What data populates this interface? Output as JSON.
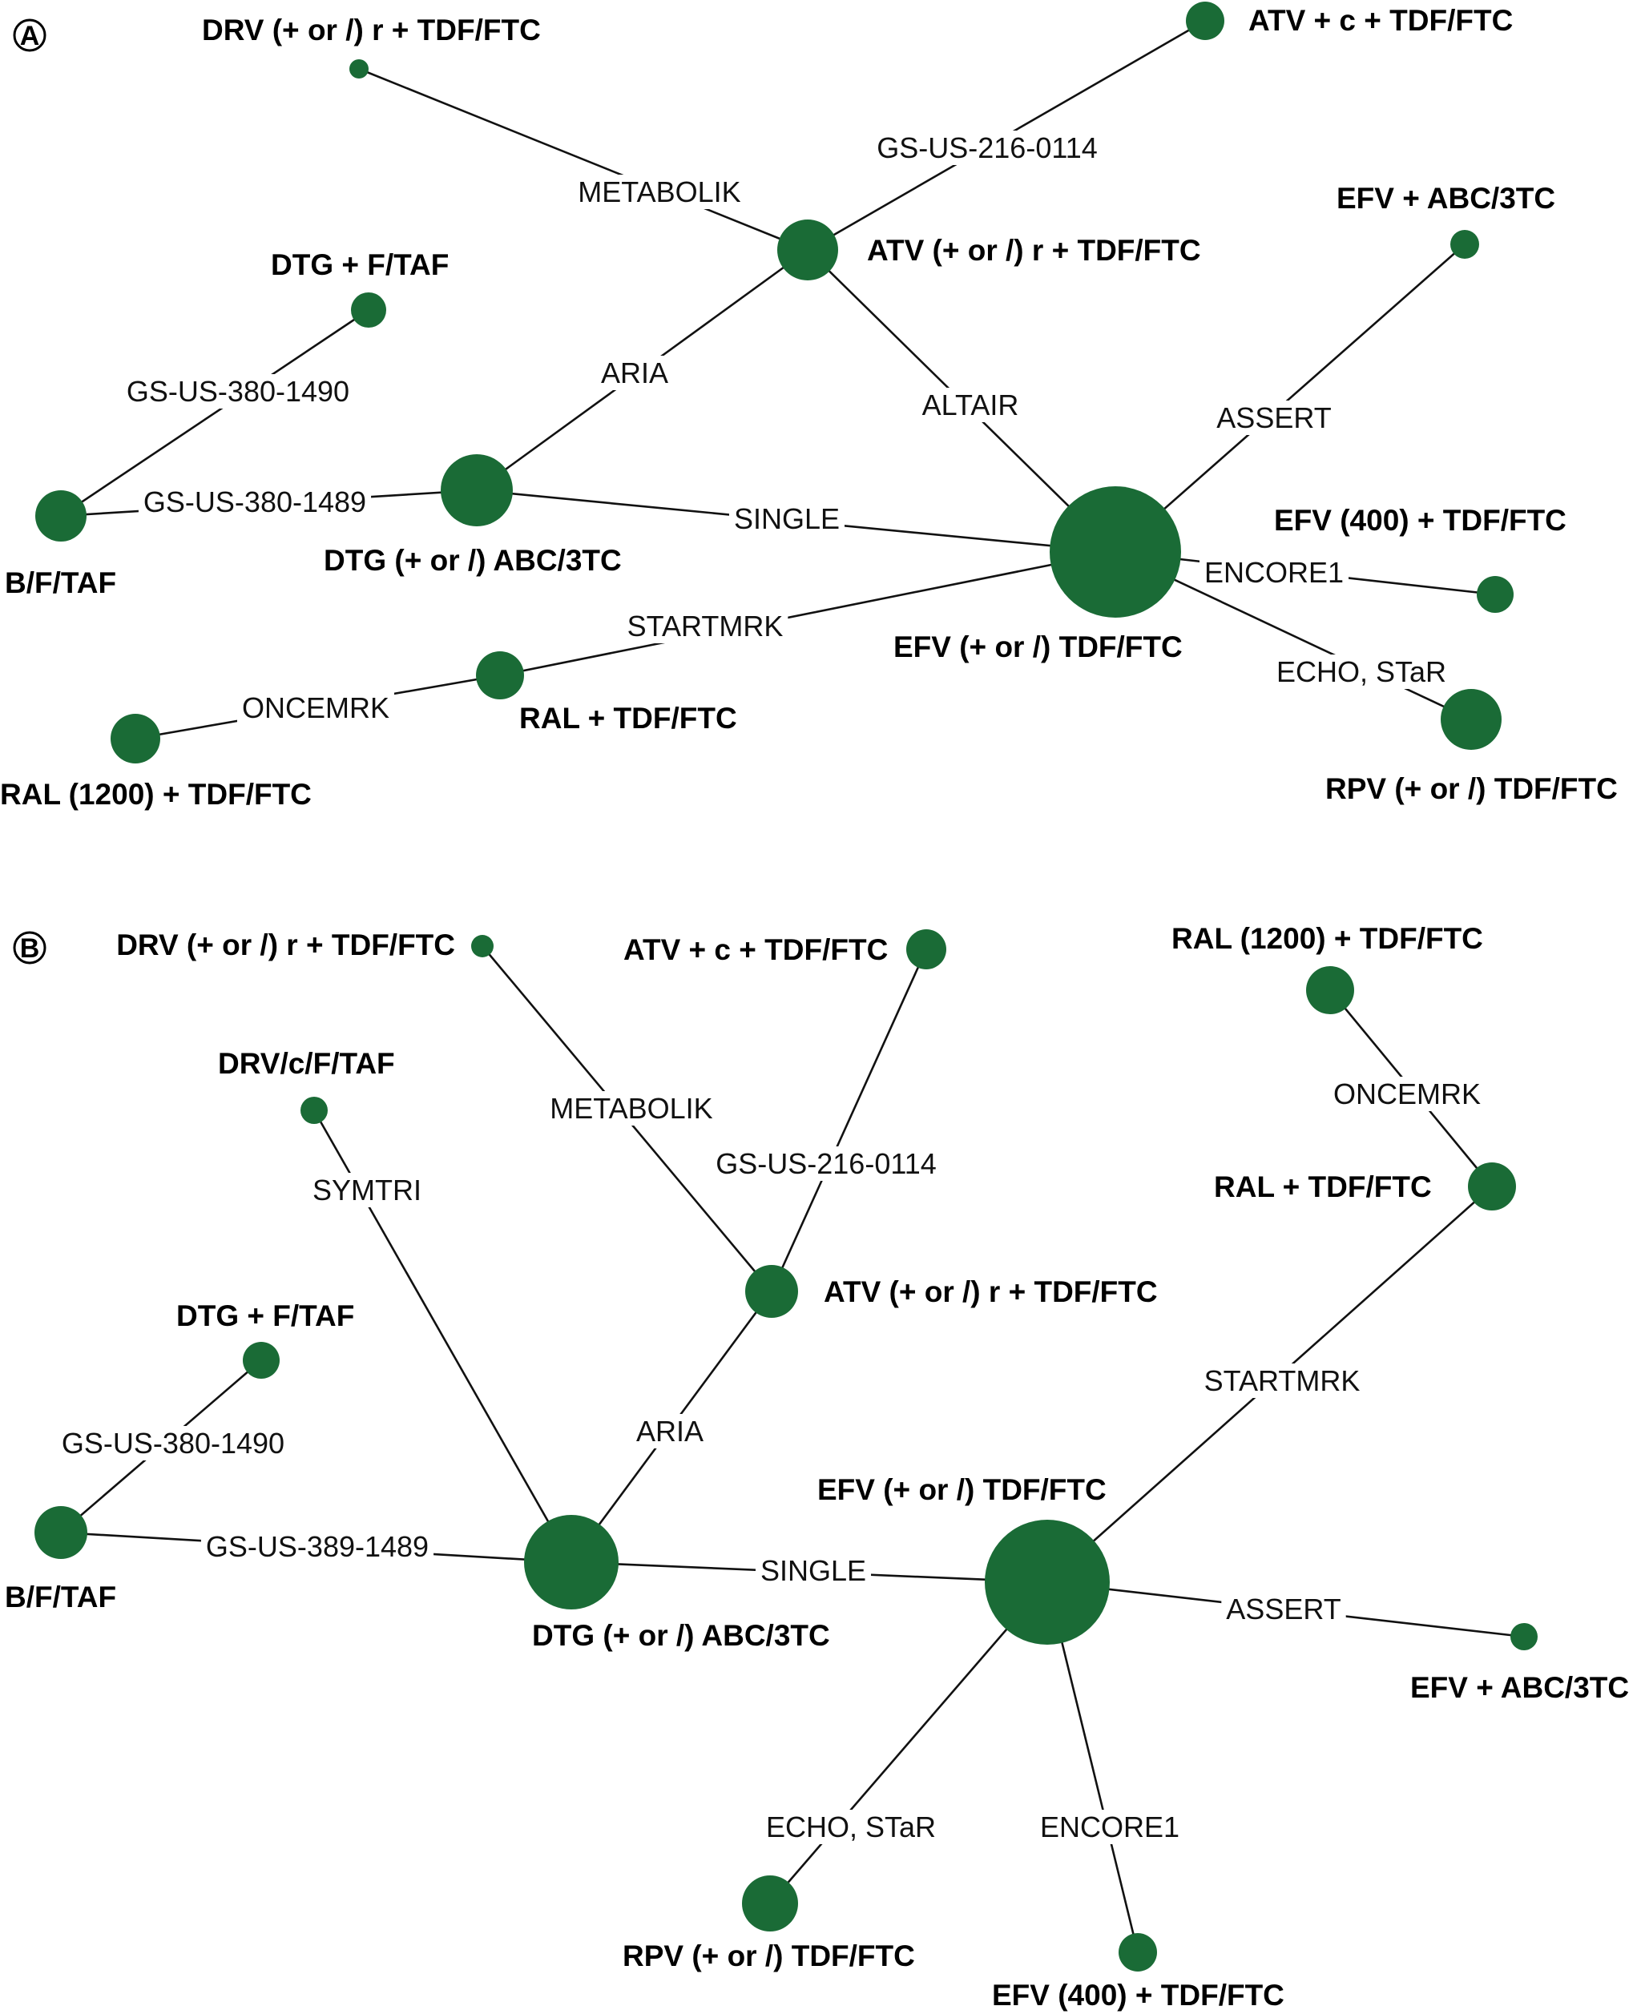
{
  "panels": [
    {
      "id": "A",
      "nodes": [
        {
          "key": "drv_r",
          "label": "DRV (+ or /) r + TDF/FTC"
        },
        {
          "key": "atv_c",
          "label": "ATV + c + TDF/FTC"
        },
        {
          "key": "atv_r",
          "label": "ATV (+ or /) r + TDF/FTC"
        },
        {
          "key": "efv_abc",
          "label": "EFV + ABC/3TC"
        },
        {
          "key": "dtg_taf",
          "label": "DTG + F/TAF"
        },
        {
          "key": "bftaf",
          "label": "B/F/TAF"
        },
        {
          "key": "dtg_abc",
          "label": "DTG (+ or /) ABC/3TC"
        },
        {
          "key": "efv",
          "label": "EFV (+ or /) TDF/FTC"
        },
        {
          "key": "efv400",
          "label": "EFV (400) + TDF/FTC"
        },
        {
          "key": "ral",
          "label": "RAL + TDF/FTC"
        },
        {
          "key": "ral1200",
          "label": "RAL (1200) + TDF/FTC"
        },
        {
          "key": "rpv",
          "label": "RPV (+ or /) TDF/FTC"
        }
      ],
      "edges": [
        {
          "from": "drv_r",
          "to": "atv_r",
          "label": "METABOLIK"
        },
        {
          "from": "atv_c",
          "to": "atv_r",
          "label": "GS-US-216-0114"
        },
        {
          "from": "atv_r",
          "to": "dtg_abc",
          "label": "ARIA"
        },
        {
          "from": "atv_r",
          "to": "efv",
          "label": "ALTAIR"
        },
        {
          "from": "dtg_taf",
          "to": "bftaf",
          "label": "GS-US-380-1490"
        },
        {
          "from": "bftaf",
          "to": "dtg_abc",
          "label": "GS-US-380-1489"
        },
        {
          "from": "dtg_abc",
          "to": "efv",
          "label": "SINGLE"
        },
        {
          "from": "efv_abc",
          "to": "efv",
          "label": "ASSERT"
        },
        {
          "from": "efv",
          "to": "efv400",
          "label": "ENCORE1"
        },
        {
          "from": "efv",
          "to": "ral",
          "label": "STARTMRK"
        },
        {
          "from": "efv",
          "to": "rpv",
          "label": "ECHO, STaR"
        },
        {
          "from": "ral",
          "to": "ral1200",
          "label": "ONCEMRK"
        }
      ]
    },
    {
      "id": "B",
      "nodes": [
        {
          "key": "drv_r",
          "label": "DRV (+ or /) r + TDF/FTC"
        },
        {
          "key": "atv_c",
          "label": "ATV + c + TDF/FTC"
        },
        {
          "key": "ral1200",
          "label": "RAL (1200) + TDF/FTC"
        },
        {
          "key": "drvc",
          "label": "DRV/c/F/TAF"
        },
        {
          "key": "ral",
          "label": "RAL + TDF/FTC"
        },
        {
          "key": "atv_r",
          "label": "ATV (+ or /) r + TDF/FTC"
        },
        {
          "key": "dtg_taf",
          "label": "DTG + F/TAF"
        },
        {
          "key": "efv",
          "label": "EFV (+ or /) TDF/FTC"
        },
        {
          "key": "bftaf",
          "label": "B/F/TAF"
        },
        {
          "key": "dtg_abc",
          "label": "DTG (+ or /) ABC/3TC"
        },
        {
          "key": "efv_abc",
          "label": "EFV + ABC/3TC"
        },
        {
          "key": "rpv",
          "label": "RPV (+ or /) TDF/FTC"
        },
        {
          "key": "efv400",
          "label": "EFV (400) + TDF/FTC"
        }
      ],
      "edges": [
        {
          "from": "drv_r",
          "to": "atv_r",
          "label": "METABOLIK"
        },
        {
          "from": "atv_c",
          "to": "atv_r",
          "label": "GS-US-216-0114"
        },
        {
          "from": "ral1200",
          "to": "ral",
          "label": "ONCEMRK"
        },
        {
          "from": "drvc",
          "to": "dtg_abc",
          "label": "SYMTRI"
        },
        {
          "from": "atv_r",
          "to": "dtg_abc",
          "label": "ARIA"
        },
        {
          "from": "ral",
          "to": "efv",
          "label": "STARTMRK"
        },
        {
          "from": "dtg_taf",
          "to": "bftaf",
          "label": "GS-US-380-1490"
        },
        {
          "from": "bftaf",
          "to": "dtg_abc",
          "label": "GS-US-389-1489"
        },
        {
          "from": "dtg_abc",
          "to": "efv",
          "label": "SINGLE"
        },
        {
          "from": "efv",
          "to": "efv_abc",
          "label": "ASSERT"
        },
        {
          "from": "efv",
          "to": "rpv",
          "label": "ECHO, STaR"
        },
        {
          "from": "efv",
          "to": "efv400",
          "label": "ENCORE1"
        }
      ]
    }
  ]
}
